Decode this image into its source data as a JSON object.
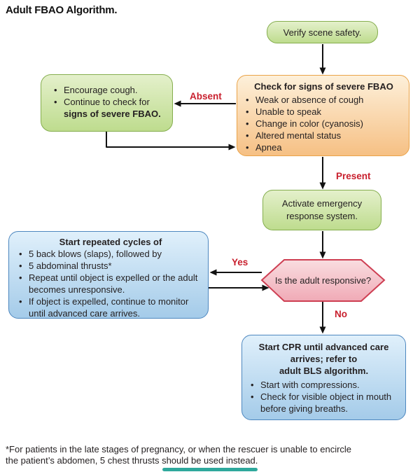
{
  "title": "Adult FBAO Algorithm.",
  "nodes": {
    "verify": {
      "text": "Verify scene safety."
    },
    "check": {
      "title": "Check for signs of severe FBAO",
      "bullets": [
        "Weak or absence of cough",
        "Unable to speak",
        "Change in color (cyanosis)",
        "Altered mental status",
        "Apnea"
      ]
    },
    "encourage": {
      "bullet1": "Encourage cough.",
      "bullet2_text": "Continue to check for",
      "bullet2_bold": "signs of severe FBAO."
    },
    "activate": {
      "text": "Activate emergency response system."
    },
    "responsive": {
      "text": "Is the adult responsive?"
    },
    "cycles": {
      "title": "Start repeated cycles of",
      "bullets": [
        "5 back blows (slaps), followed by",
        "5 abdominal thrusts*",
        "Repeat until object is expelled or the adult becomes unresponsive.",
        "If object is expelled, continue to monitor until advanced care arrives."
      ]
    },
    "cpr": {
      "title_lines": [
        "Start CPR until advanced care",
        "arrives; refer to",
        "adult BLS algorithm."
      ],
      "bullets": [
        "Start with compressions.",
        "Check for visible object in mouth before giving breaths."
      ]
    }
  },
  "labels": {
    "absent": "Absent",
    "present": "Present",
    "yes": "Yes",
    "no": "No"
  },
  "footnote_lines": [
    "*For patients in the late stages of pregnancy, or when the rescuer is unable to encircle",
    "the patient’s abdomen, 5 chest thrusts should be used instead."
  ],
  "colors": {
    "green_fill_top": "#e4f0cb",
    "green_fill_bottom": "#bedc8e",
    "green_border": "#85ae4e",
    "orange_fill_top": "#fdf0da",
    "orange_fill_bottom": "#f6c084",
    "orange_border": "#eaa348",
    "blue_fill_top": "#e0f0fb",
    "blue_fill_bottom": "#a4cbe9",
    "blue_border": "#4d87bf",
    "pink_fill_top": "#f9dde0",
    "pink_fill_bottom": "#f0aab6",
    "pink_border": "#ce3f53",
    "label_red": "#c81f2d",
    "arrow_black": "#111111",
    "text": "#231f20",
    "teal_bar": "#2ea89c"
  }
}
